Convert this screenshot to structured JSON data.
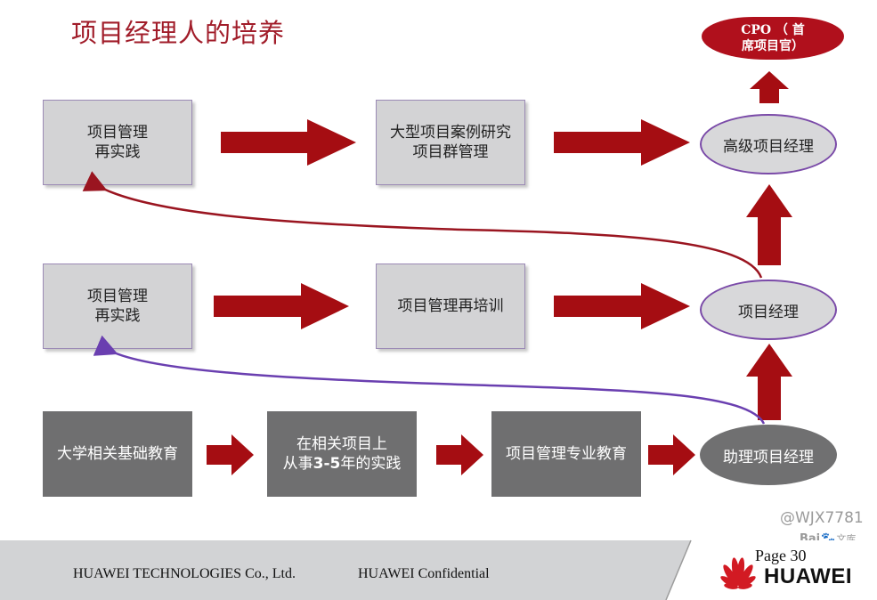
{
  "title": "项目经理人的培养",
  "boxes": {
    "row1_practice": "项目管理\n再实践",
    "row1_study": "大型项目案例研究\n项目群管理",
    "row2_practice": "项目管理\n再实践",
    "row2_training": "项目管理再培训",
    "row3_education": "大学相关基础教育",
    "row3_practice_pre": "在相关项目上\n从事",
    "row3_practice_bold": "3-5",
    "row3_practice_post": "年的实践",
    "row3_professional": "项目管理专业教育"
  },
  "ellipses": {
    "senior_pm": "高级项目经理",
    "pm": "项目经理",
    "assistant_pm": "助理项目经理"
  },
  "cpo": "CPO （ 首\n席项目官）",
  "footer": {
    "company": "HUAWEI TECHNOLOGIES Co., Ltd.",
    "confidential": "HUAWEI Confidential",
    "page": "Page 30",
    "brand": "HUAWEI"
  },
  "watermark": {
    "user": "@WJX7781",
    "site": "Bai",
    "site_suffix": "文库"
  },
  "colors": {
    "arrow": "#a50d12",
    "title": "#a11d2a",
    "curve_red": "#9a1520",
    "curve_purple": "#6a3fb0"
  }
}
